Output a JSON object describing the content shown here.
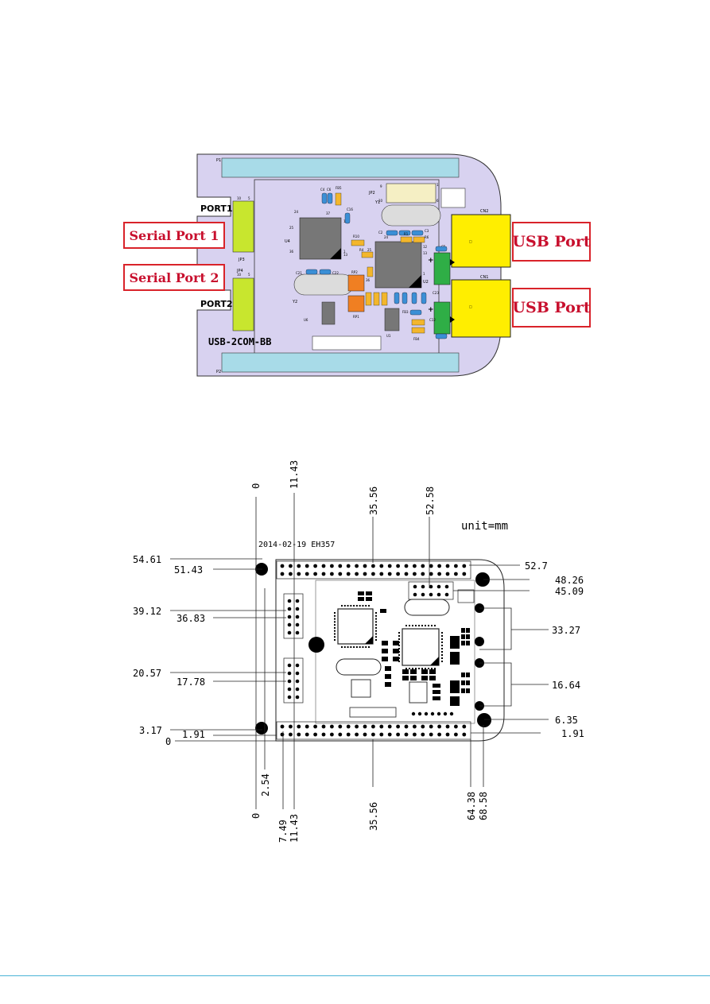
{
  "pcb": {
    "board_name": "USB-2COM-BB",
    "port1_label": "PORT1",
    "port2_label": "PORT2",
    "silk": {
      "p1": "P1",
      "p2": "P2",
      "jp1": "JP3",
      "jp2": "JP2",
      "jp3": "JP4",
      "cn1": "CN2",
      "cn2": "CN1",
      "u1": "U1",
      "u2": "U2",
      "u4": "U4",
      "u6": "U6",
      "y1": "Y1",
      "y2": "Y2",
      "c4": "C4",
      "c5": "C5",
      "c6": "C6",
      "c16": "C16",
      "c21": "C21",
      "c22": "C22",
      "c2": "C2",
      "c3": "C3",
      "c12": "C12",
      "c23": "C23",
      "fb5": "FB5",
      "fb3": "FB3",
      "fb4": "FB4",
      "r10": "R10",
      "r4": "R4",
      "r1": "R1",
      "r6": "R6",
      "rp1": "RP1",
      "rp2": "RP2",
      "n10a": "10",
      "n5a": "5",
      "n10b": "10",
      "n5b": "5",
      "n1a": "1",
      "n6a": "6",
      "n9a": "9",
      "n10c": "10",
      "n24a": "24",
      "n25a": "25",
      "n36a": "36",
      "n37a": "37",
      "n12a": "12",
      "n13a": "13",
      "n1b": "1",
      "n24b": "24",
      "n25b": "25",
      "n36b": "36",
      "n12b": "12",
      "n13b": "13",
      "n1c": "1"
    }
  },
  "callouts": {
    "serial_port_1": "Serial Port 1",
    "serial_port_2": "Serial Port 2",
    "usb_port_1": "USB Port",
    "usb_port_2": "USB Port"
  },
  "dimensions": {
    "unit": "unit=mm",
    "date_code": "2014-02-19 EH357",
    "top": {
      "x0": "0",
      "x1143": "11.43",
      "x3556": "35.56",
      "x5258": "52.58"
    },
    "bottom": {
      "x0": "0",
      "x254": "2.54",
      "x749": "7.49",
      "x1143": "11.43",
      "x3556": "35.56",
      "x6438": "64.38",
      "x6858": "68.58"
    },
    "left": {
      "y5461": "54.61",
      "y5143": "51.43",
      "y3912": "39.12",
      "y3683": "36.83",
      "y2057": "20.57",
      "y1778": "17.78",
      "y317": "3.17",
      "y191": "1.91",
      "y0": "0"
    },
    "right": {
      "y527": "52.7",
      "y4826": "48.26",
      "y4509": "45.09",
      "y3327": "33.27",
      "y1664": "16.64",
      "y635": "6.35",
      "y191": "1.91"
    }
  },
  "colors": {
    "board_fill": "#d8d2f0",
    "header_fill": "#a8dbe8",
    "ic_fill": "#777777",
    "usb_fill": "#ffee00",
    "jumper_fill": "#c8e62e",
    "callout_border": "#d9232a",
    "callout_text": "#c8102e",
    "footer_rule": "#49b3d6"
  }
}
